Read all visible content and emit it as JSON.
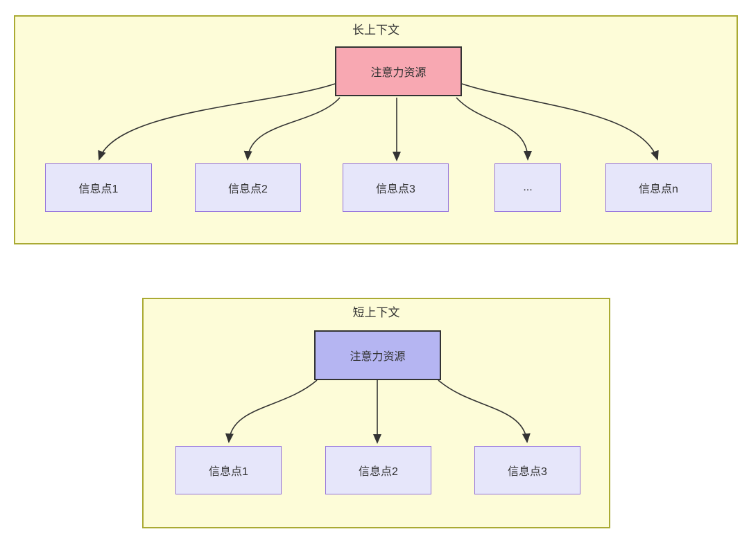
{
  "diagram": {
    "long_context": {
      "title": "长上下文",
      "attention": "注意力资源",
      "info_points": [
        "信息点1",
        "信息点2",
        "信息点3",
        "...",
        "信息点n"
      ]
    },
    "short_context": {
      "title": "短上下文",
      "attention": "注意力资源",
      "info_points": [
        "信息点1",
        "信息点2",
        "信息点3"
      ]
    },
    "colors": {
      "container_fill": "#fdfcd8",
      "container_border": "#aaaa33",
      "long_attention_fill": "#f8a8b2",
      "short_attention_fill": "#b5b5f2",
      "attention_border": "#333333",
      "info_fill": "#e6e6fa",
      "info_border": "#9370DB",
      "arrow": "#333333",
      "text": "#333333"
    }
  }
}
